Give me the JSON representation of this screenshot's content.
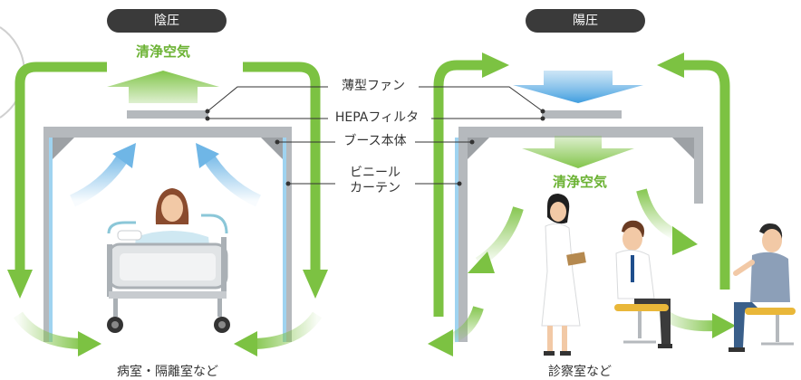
{
  "panels": {
    "negative": {
      "title": "陰圧",
      "airflow_label": "清浄空気",
      "caption": "病室・隔離室など"
    },
    "positive": {
      "title": "陽圧",
      "airflow_label": "清浄空気",
      "caption": "診察室など"
    }
  },
  "callouts": {
    "fan": "薄型ファン",
    "hepa": "HEPAフィルタ",
    "booth": "ブース本体",
    "curtain_line1": "ビニール",
    "curtain_line2": "カーテン"
  },
  "colors": {
    "green": "#7cc242",
    "blue": "#6fb6e6",
    "booth_gray": "#b5b9bd",
    "pill": "#3a3a3a"
  }
}
